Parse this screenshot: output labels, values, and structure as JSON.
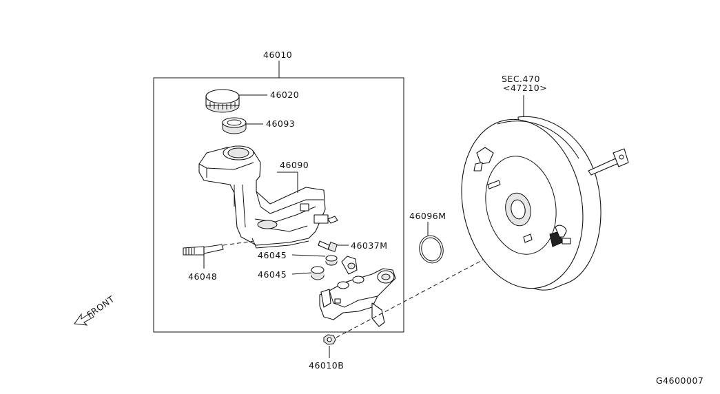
{
  "labels": {
    "assembly": "46010",
    "cap": "46020",
    "strainer": "46093",
    "reservoir": "46090",
    "connector": "46037M",
    "grommet_upper": "46045",
    "grommet_lower": "46045",
    "pin": "46048",
    "nut": "46010B",
    "o_ring": "46096M",
    "sec_ref": "SEC.470",
    "sec_part": "<47210>",
    "front": "FRONT",
    "diagram_code": "G4600007"
  },
  "icons": {
    "front_arrow": "front-arrow-icon"
  }
}
